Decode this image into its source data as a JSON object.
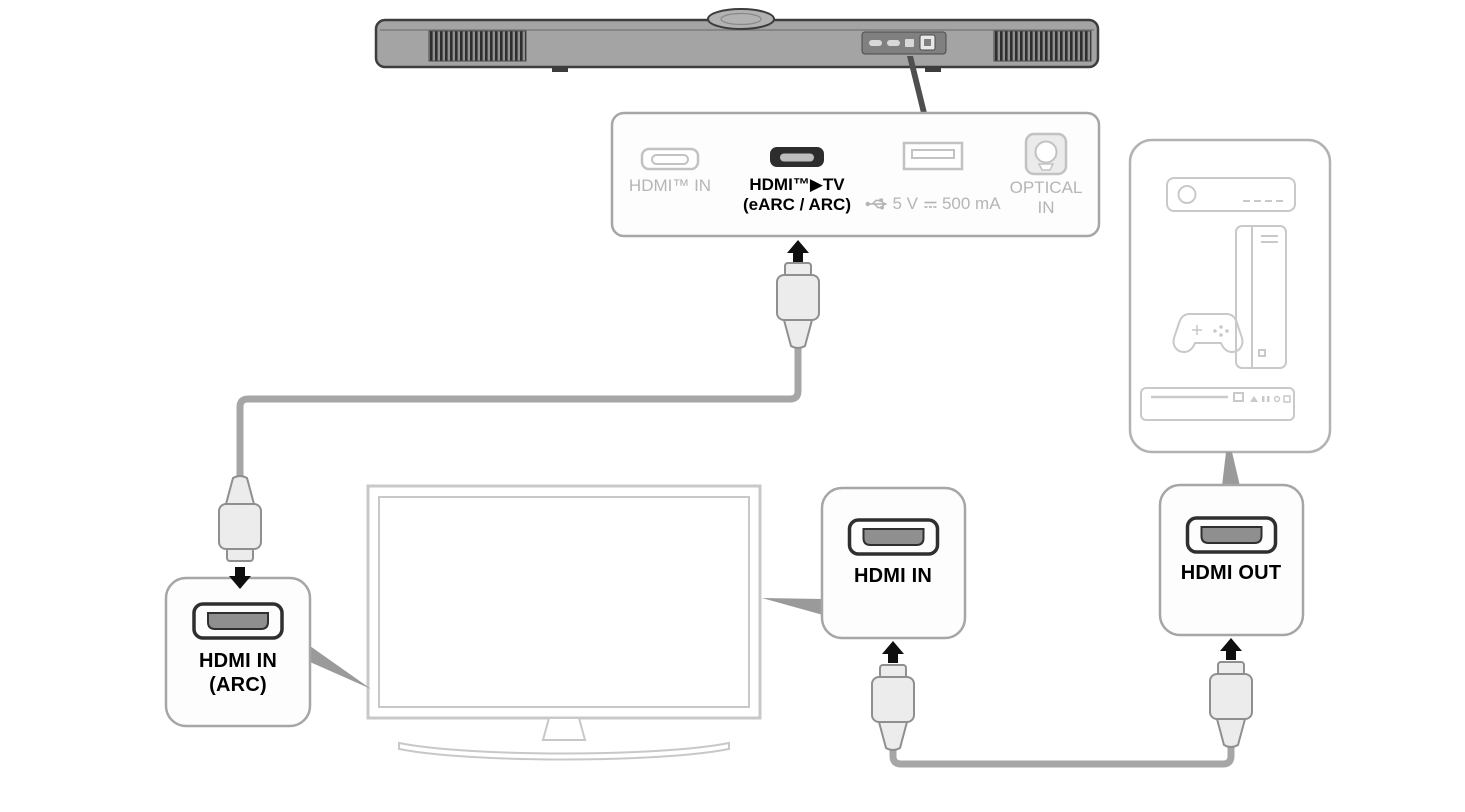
{
  "ports_panel": {
    "hdmi_in": {
      "label": "HDMI™ IN",
      "state": "inactive"
    },
    "hdmi_tv": {
      "label": "HDMI™▶TV",
      "sublabel": "(eARC / ARC)",
      "state": "active"
    },
    "usb": {
      "label": "5 V ⎓ 500 mA",
      "label_value": "5 V",
      "label_unit": "500 mA",
      "state": "inactive"
    },
    "optical": {
      "label": "OPTICAL",
      "sublabel": "IN",
      "state": "inactive"
    }
  },
  "callout_boxes": {
    "tv_arc": {
      "label": "HDMI IN",
      "sublabel": "(ARC)"
    },
    "tv_hdmi_in": {
      "label": "HDMI IN"
    },
    "device_hdmi_out": {
      "label": "HDMI OUT"
    }
  },
  "devices_box": {
    "icons": [
      "set-top-box",
      "game-console",
      "game-controller",
      "media-player"
    ]
  },
  "icons": {
    "soundbar": "soundbar-rear-view",
    "tv": "tv-front-view",
    "usb": "usb-trident-icon",
    "dc_power": "dc-symbol-icon",
    "hdmi_plug": "hdmi-cable-plug",
    "arrow": "connection-arrow"
  },
  "colors": {
    "background": "#ffffff",
    "box_border": "#a6a6a6",
    "inactive_label": "#b5b5b5",
    "active_label": "#000000",
    "cable": "#a6a6a6",
    "arrow": "#0f0f0f",
    "tv_outline": "#c8c8c8",
    "device_icon": "#c9c9c9",
    "soundbar_body": "#a4a4a4"
  }
}
